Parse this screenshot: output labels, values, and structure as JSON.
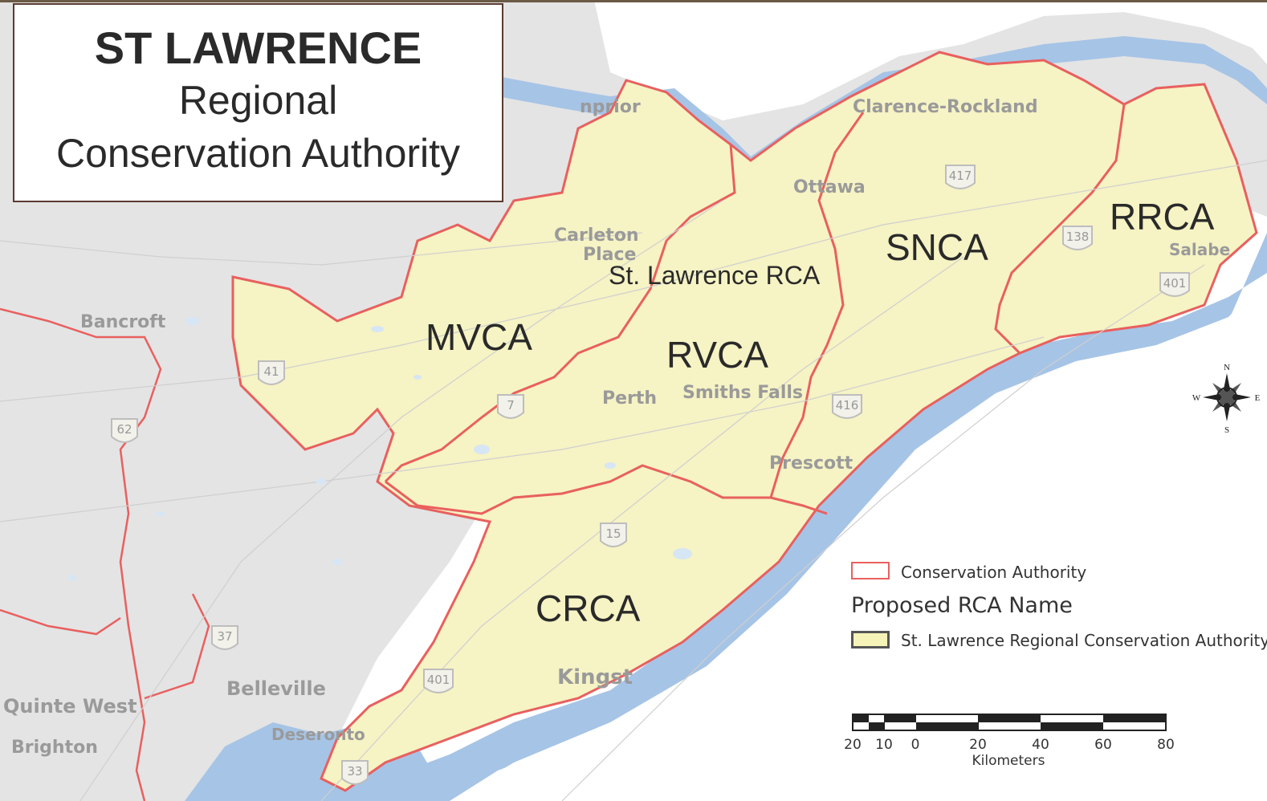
{
  "title": {
    "main": "ST LAWRENCE",
    "line2": "Regional",
    "line3": "Conservation Authority"
  },
  "regions": {
    "mvca": "MVCA",
    "rvca": "RVCA",
    "snca": "SNCA",
    "rrca": "RRCA",
    "crca": "CRCA",
    "st_lawrence_rca": "St. Lawrence RCA"
  },
  "places": {
    "arnprior": "nprior",
    "clarence_rockland": "Clarence-Rockland",
    "ottawa": "Ottawa",
    "carleton_place_1": "Carleton",
    "carleton_place_2": "Place",
    "perth": "Perth",
    "smiths_falls": "Smiths Falls",
    "prescott": "Prescott",
    "kingston": "Kingst",
    "bancroft": "Bancroft",
    "belleville": "Belleville",
    "quinte_west": "Quinte West",
    "brighton": "Brighton",
    "deseronto": "Deseronto",
    "salaberry": "Salabe"
  },
  "highways": {
    "h417": "417",
    "h138": "138",
    "h401_east": "401",
    "h41": "41",
    "h7": "7",
    "h416": "416",
    "h62": "62",
    "h15": "15",
    "h37": "37",
    "h401_west": "401",
    "h33": "33"
  },
  "compass": {
    "n": "N",
    "s": "S",
    "e": "E",
    "w": "W"
  },
  "legend": {
    "ca_label": "Conservation Authority",
    "heading": "Proposed RCA Name",
    "rca_label": "St. Lawrence Regional Conservation Authority"
  },
  "scale_bar": {
    "ticks": [
      "20",
      "10",
      "0",
      "20",
      "40",
      "60",
      "80"
    ],
    "units": "Kilometers"
  },
  "colors": {
    "land": "#e4e4e4",
    "water": "#a6c4e6",
    "rca_fill": "#f6f3c4",
    "boundary": "#e8605f",
    "label": "#2a2a2a",
    "place": "#9a9a9a"
  }
}
